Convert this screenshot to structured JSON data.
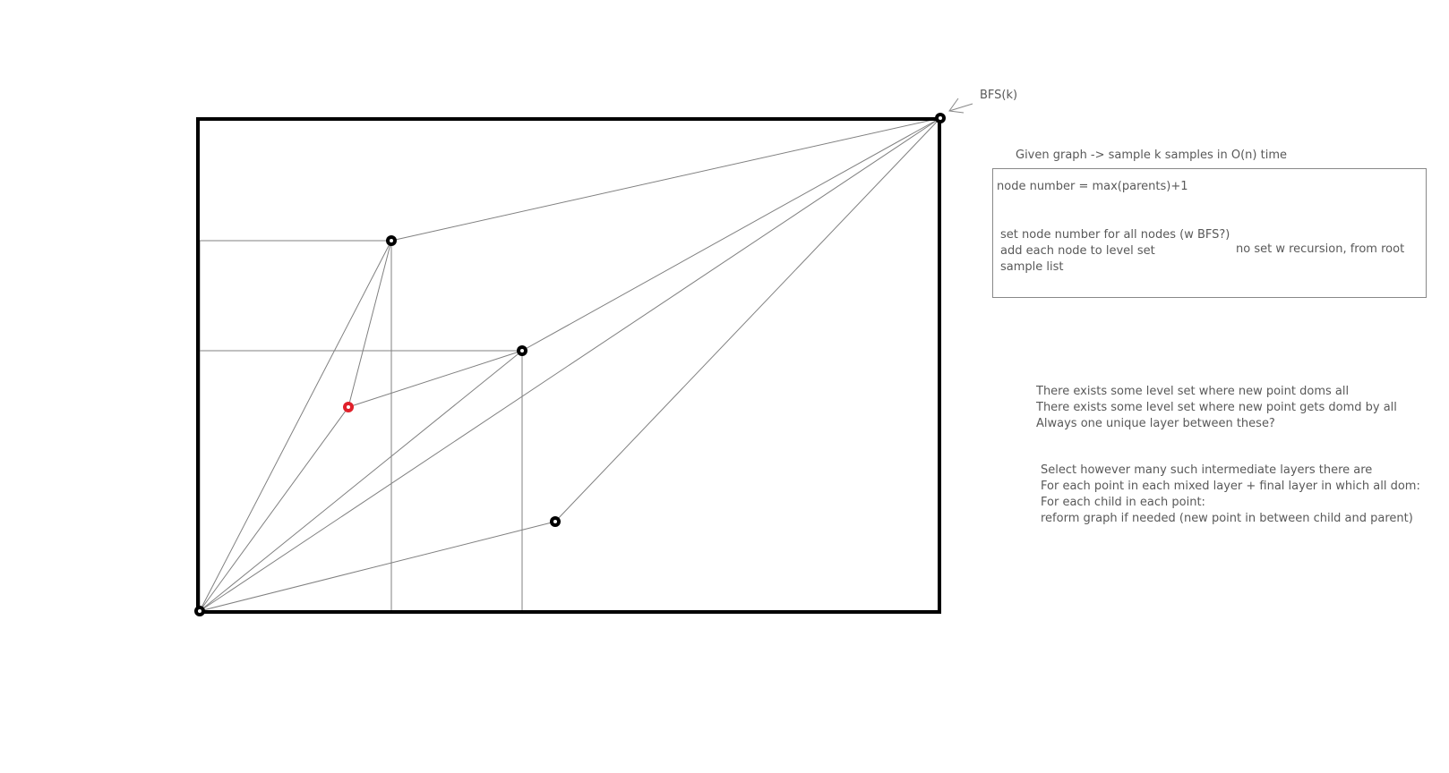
{
  "colors": {
    "outline": "#000000",
    "edge": "#808080",
    "node": "#000000",
    "highlight_node": "#e0202a",
    "text": "#595959"
  },
  "annotations": {
    "bfs_label": "BFS(k)",
    "box_title": "Given graph -> sample k samples in O(n) time",
    "node_number": "node number = max(parents)+1",
    "set_steps": [
      "set node number for all nodes (w BFS?)",
      "add each node to level set",
      "sample list"
    ],
    "side_note": "no set w recursion, from root",
    "level_notes": [
      "There exists some level set where new point doms all",
      "There exists some level set where new point gets domd by all",
      "Always one unique layer between these?"
    ],
    "select_notes": [
      "Select however many such intermediate layers there are",
      "For each point in each mixed layer + final layer in which all dom:",
      "For each child in each point:",
      "reform graph if needed (new point in between child and parent)"
    ]
  },
  "graph": {
    "nodes": [
      {
        "id": "origin",
        "highlight": false
      },
      {
        "id": "top-right",
        "highlight": false
      },
      {
        "id": "upper-left",
        "highlight": false
      },
      {
        "id": "middle",
        "highlight": false
      },
      {
        "id": "new-point",
        "highlight": true
      },
      {
        "id": "lower-right",
        "highlight": false
      }
    ],
    "edges": [
      [
        "upper-left",
        "top-right"
      ],
      [
        "middle",
        "top-right"
      ],
      [
        "lower-right",
        "top-right"
      ],
      [
        "origin",
        "upper-left"
      ],
      [
        "origin",
        "middle"
      ],
      [
        "origin",
        "lower-right"
      ],
      [
        "origin",
        "new-point"
      ],
      [
        "new-point",
        "upper-left"
      ],
      [
        "new-point",
        "middle"
      ],
      [
        "origin",
        "top-right"
      ]
    ]
  }
}
